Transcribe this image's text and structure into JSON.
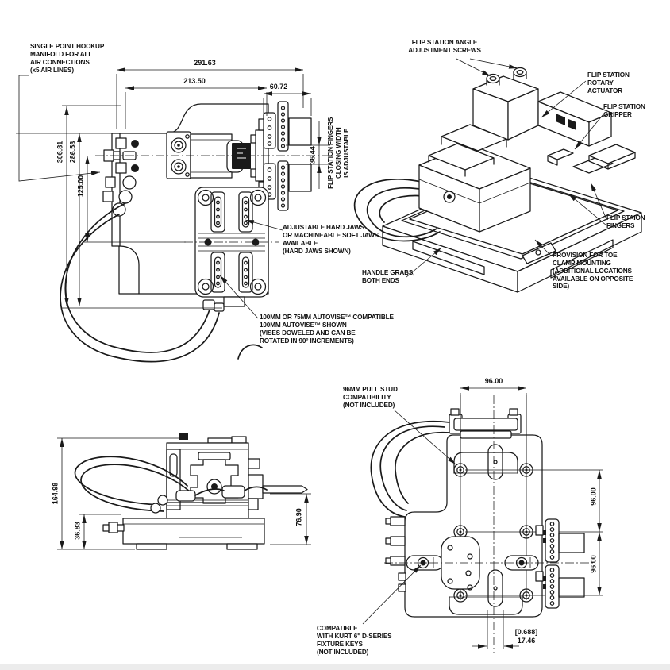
{
  "colors": {
    "line": "#1a1a1a",
    "background": "#ffffff",
    "footer_strip": "#ececec"
  },
  "front_view": {
    "callouts": {
      "single_point_hookup": "SINGLE POINT HOOKUP\nMANIFOLD FOR ALL\nAIR CONNECTIONS\n(x5 AIR LINES)",
      "fingers_width": "FLIP STATION FINGERS\nCLOSING WIDTH\nIS ADJUSTABLE",
      "adjustable_jaws": "ADJUSTABLE HARD JAWS\nOR MACHINEABLE SOFT JAWS\nAVAILABLE\n(HARD JAWS SHOWN)",
      "autovise": "100MM OR 75MM AUTOVISE™ COMPATIBLE\n100MM AUTOVISE™ SHOWN\n(VISES DOWELED AND CAN BE\nROTATED IN 90° INCREMENTS)"
    },
    "dims": {
      "overall_width": "291.63",
      "body_width": "213.50",
      "finger_extension": "60.72",
      "finger_gap": "36.44",
      "overall_height": "306.81",
      "body_height": "286.58",
      "center_spacing": "125.00"
    }
  },
  "iso_view": {
    "callouts": {
      "angle_screws": "FLIP STATION ANGLE\nADJUSTMENT SCREWS",
      "rotary_actuator": "FLIP STATION\nROTARY\nACTUATOR",
      "gripper": "FLIP STATION\nGRIPPER",
      "fingers": "FLIP STAION\nFINGERS",
      "toe_clamp": "PROVISION FOR TOE\nCLAMP MOUNTING\n(ADDITIONAL LOCATIONS\nAVAILABLE ON OPPOSITE\nSIDE)",
      "handle_grabs": "HANDLE GRABS,\nBOTH ENDS"
    }
  },
  "side_view": {
    "dims": {
      "overall_height": "164.98",
      "base_height": "36.83",
      "arm_height": "76.90"
    }
  },
  "bottom_view": {
    "callouts": {
      "pull_stud": "96MM PULL STUD\nCOMPATIBILITY\n(NOT INCLUDED)",
      "fixture_keys": "COMPATIBLE\nWITH KURT 6\" D-SERIES\nFIXTURE KEYS\n(NOT INCLUDED)"
    },
    "dims": {
      "stud_spacing_x": "96.00",
      "stud_spacing_y1": "96.00",
      "stud_spacing_y2": "96.00",
      "key_width_in": "[0.688]",
      "key_width_mm": "17.46"
    }
  }
}
